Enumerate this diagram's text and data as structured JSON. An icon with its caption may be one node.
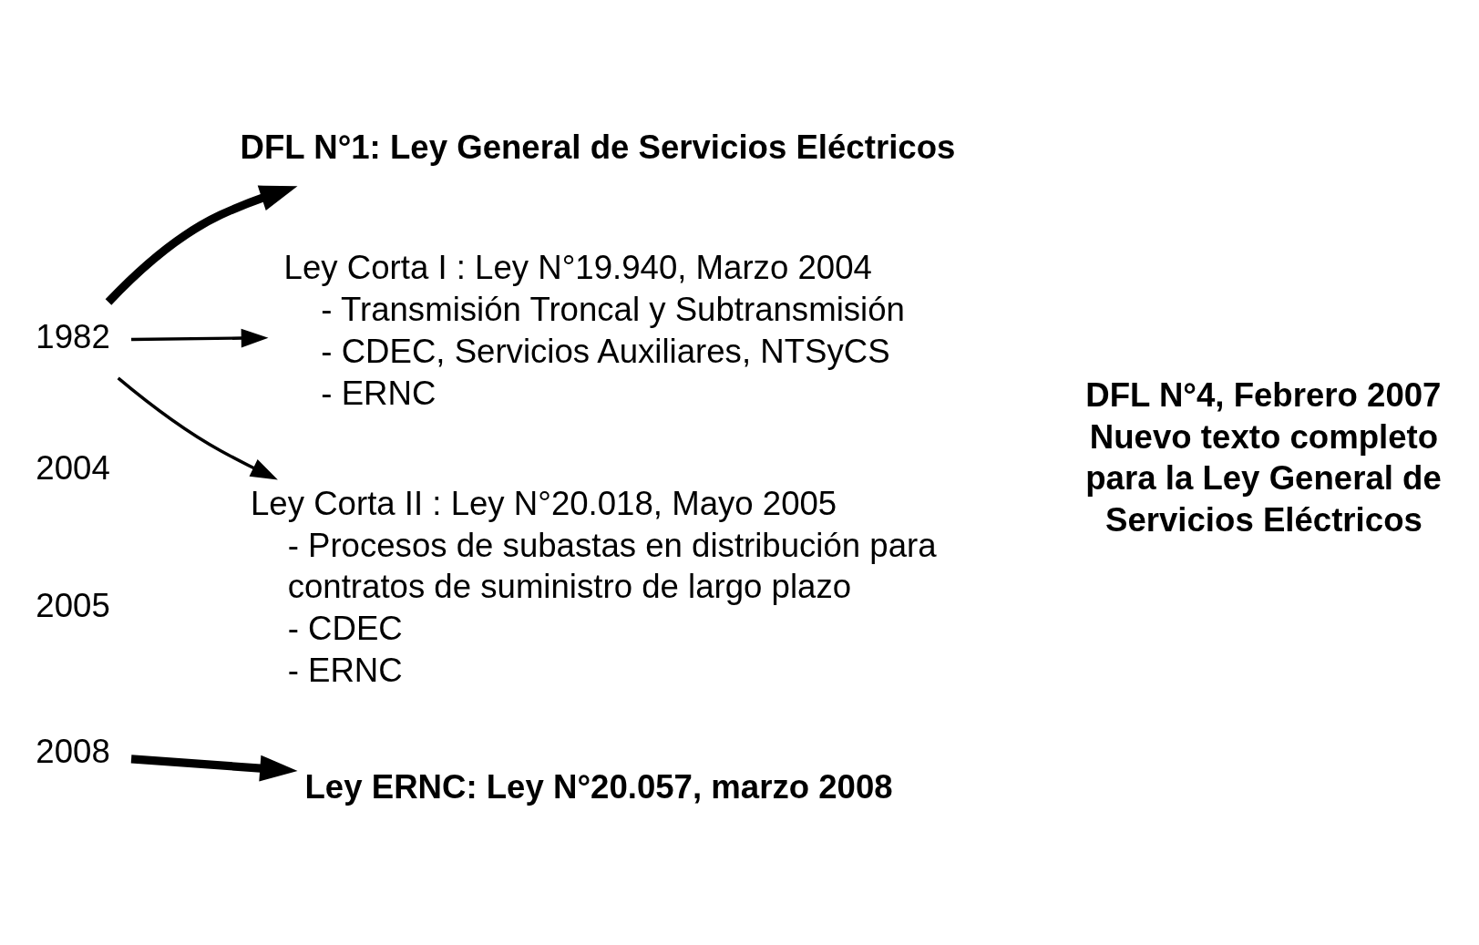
{
  "diagram": {
    "nodes": [
      {
        "text": [
          "1982"
        ]
      },
      {
        "text": [
          "DFL N°1: Ley General de Servicios Eléctricos"
        ]
      },
      {
        "text": [
          "Ley Corta I : Ley N°19.940, Marzo 2004",
          "- Transmisión Troncal y Subtransmisión",
          "- CDEC, Servicios Auxiliares, NTSyCS",
          "- ERNC"
        ]
      },
      {
        "text": [
          "2004"
        ]
      },
      {
        "text": [
          "2005"
        ]
      },
      {
        "text": [
          "Ley Corta II : Ley N°20.018, Mayo 2005",
          "- Procesos de subastas en distribución para contratos de suministro de largo plazo",
          "- CDEC",
          "- ERNC"
        ]
      },
      {
        "text": [
          "2008"
        ]
      },
      {
        "text": [
          "Ley ERNC: Ley N°20.057, marzo 2008"
        ]
      },
      {
        "text": [
          "DFL N°4, Febrero 2007 Nuevo texto completo para la Ley General de Servicios Eléctricos"
        ]
      }
    ],
    "edges": [
      {
        "from": 0,
        "to": 1,
        "arrow": "to",
        "style": "thick"
      },
      {
        "from": 0,
        "to": 2,
        "arrow": "to"
      },
      {
        "from": 0,
        "to": 5,
        "arrow": "to"
      },
      {
        "from": 6,
        "to": 7,
        "arrow": "to",
        "style": "thick"
      }
    ]
  }
}
